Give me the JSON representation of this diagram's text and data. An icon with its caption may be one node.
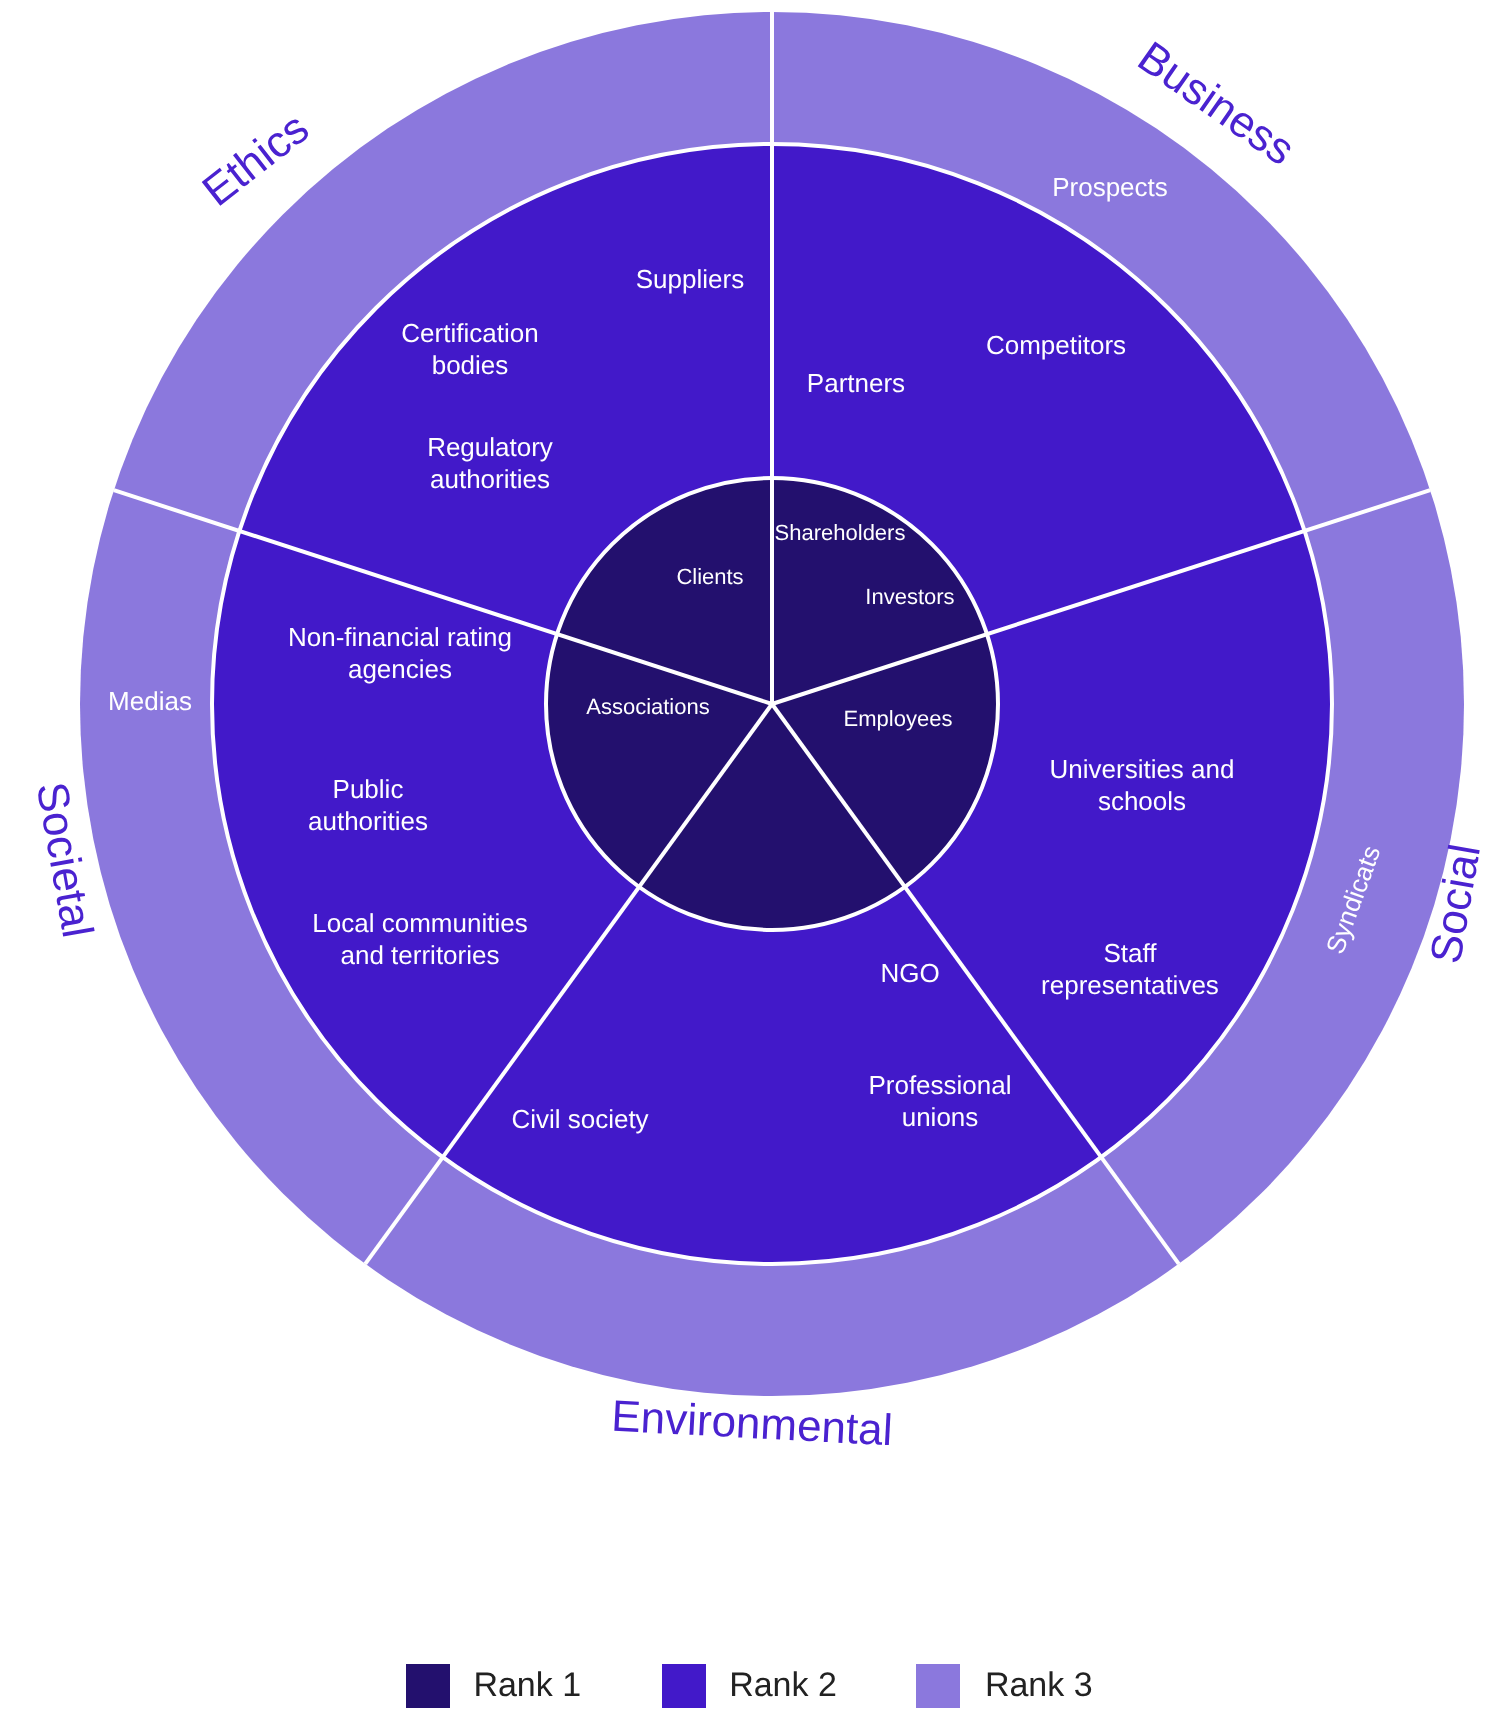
{
  "diagram": {
    "labels": [
      "Ethics",
      "Business",
      "Prospects",
      "Certification bodies",
      "Suppliers",
      "Competitors",
      "Partners",
      "Regulatory authorities",
      "Shareholders",
      "Clients",
      "Investors",
      "Non-financial rating agencies",
      "Medias",
      "Associations",
      "Employees",
      "Universities and schools",
      "Public authorities",
      "Syndicats",
      "Social",
      "Societal",
      "Local communities and territories",
      "NGO",
      "Staff representatives",
      "Professional unions",
      "Civil society",
      "Environmental"
    ],
    "legend": [
      {
        "text": "Rank 1",
        "color": "#23106e"
      },
      {
        "text": "Rank 2",
        "color": "#4219c9"
      },
      {
        "text": "Rank 3",
        "color": "#8b78dd"
      }
    ]
  }
}
